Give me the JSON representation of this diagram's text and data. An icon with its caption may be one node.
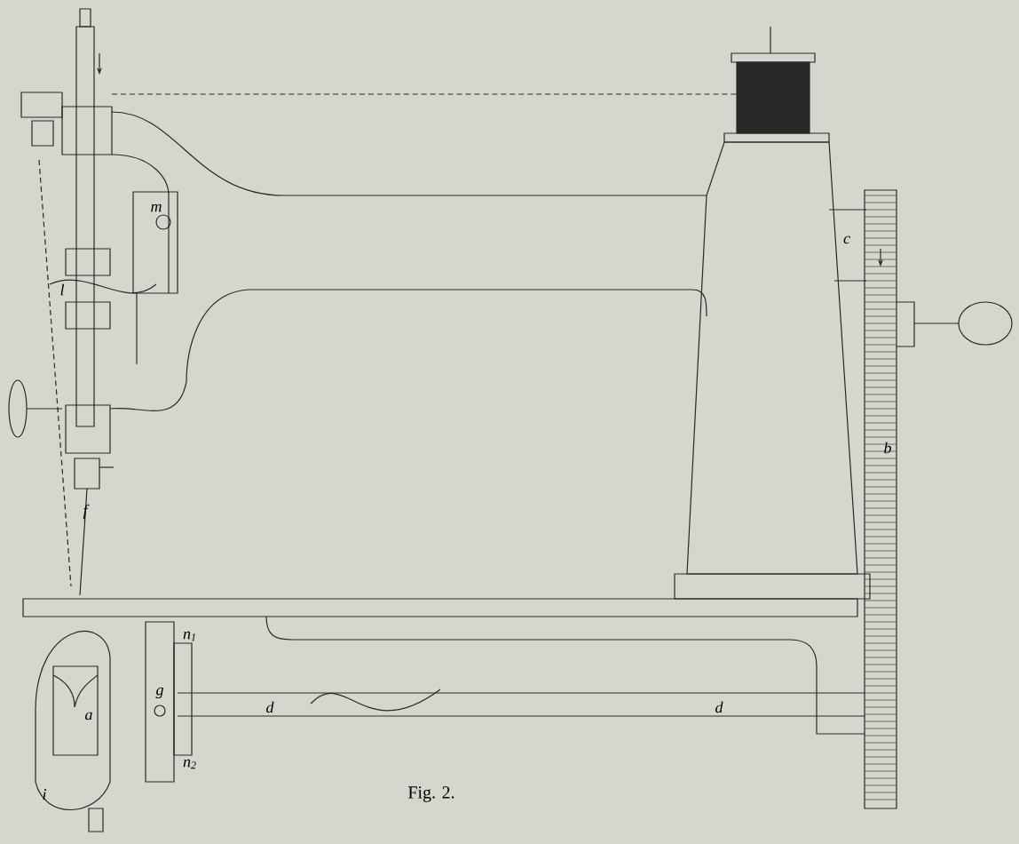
{
  "diagram": {
    "caption": "Fig. 2.",
    "labels": [
      "m",
      "l",
      "c",
      "b",
      "f",
      "n$_{1}$",
      "g",
      "d",
      "d",
      "a",
      "n$_{2}$",
      "i"
    ]
  }
}
